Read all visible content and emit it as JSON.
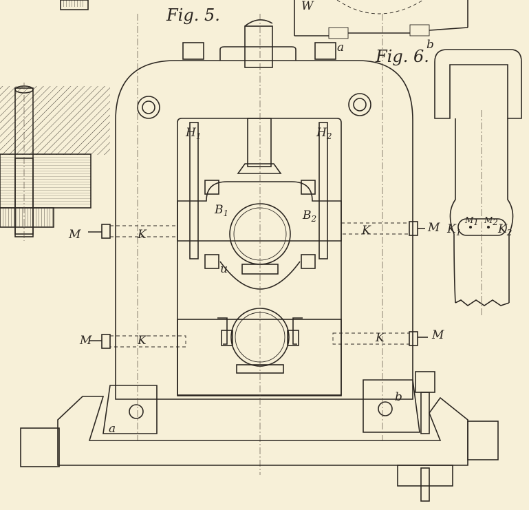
{
  "figures": {
    "fig5_title": "Fig. 5.",
    "fig6_title": "Fig. 6."
  },
  "labels": {
    "H1": "H",
    "H1_sub": "1",
    "H2": "H",
    "H2_sub": "2",
    "B1": "B",
    "B1_sub": "1",
    "B2": "B",
    "B2_sub": "2",
    "u": "u",
    "M_left_upper": "M",
    "M_right_upper": "M",
    "M_left_lower": "M",
    "M_right_lower": "M",
    "K_left_upper": "K",
    "K_right_upper": "K",
    "K_left_lower": "K",
    "K_right_lower": "K",
    "a_foot": "a",
    "b_foot": "b",
    "a_top": "a",
    "b_top": "b",
    "W_top": "W",
    "fig6_K1": "K",
    "fig6_K1_sub": "1",
    "fig6_M1": "M",
    "fig6_M1_sub": "1",
    "fig6_M2": "M",
    "fig6_M2_sub": "2",
    "fig6_K2": "K",
    "fig6_K2_sub": "2"
  },
  "colors": {
    "paper": "#f7f0d8",
    "ink": "#2a2520"
  }
}
